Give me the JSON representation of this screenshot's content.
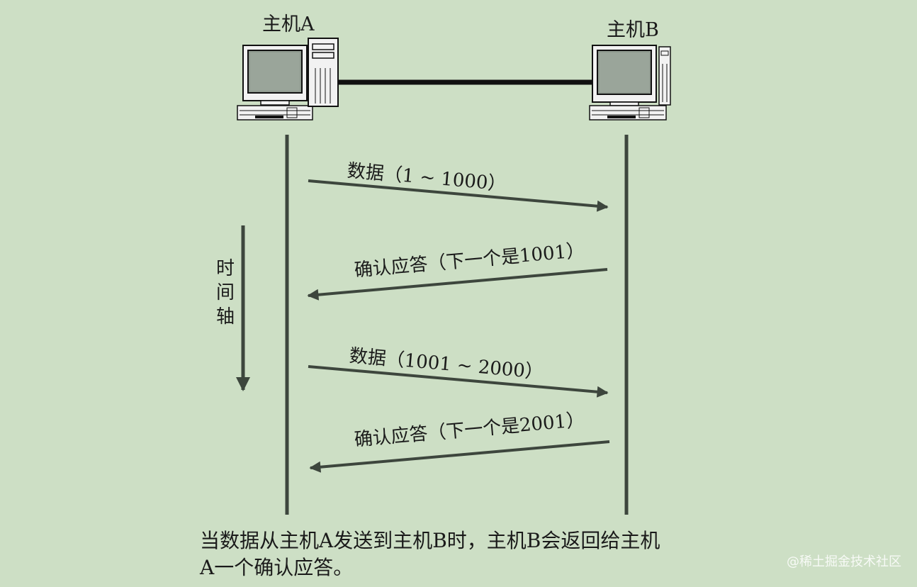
{
  "hosts": {
    "a_label": "主机A",
    "b_label": "主机B"
  },
  "messages": [
    {
      "label": "数据（1 ~ 1000）",
      "direction": "A→B"
    },
    {
      "label": "确认应答（下一个是1001）",
      "direction": "B→A"
    },
    {
      "label": "数据（1001 ~ 2000）",
      "direction": "A→B"
    },
    {
      "label": "确认应答（下一个是2001）",
      "direction": "B→A"
    }
  ],
  "timeline": {
    "chars": [
      "时",
      "间",
      "轴"
    ]
  },
  "caption": {
    "line1": "当数据从主机A发送到主机B时，主机B会返回给主机",
    "line2": "A一个确认应答。"
  },
  "watermark": "@稀土掘金技术社区",
  "colors": {
    "background": "#cddfc5",
    "line": "#3d463d",
    "text": "#1a1a1a",
    "computer_screen": "#8f9a8f"
  }
}
